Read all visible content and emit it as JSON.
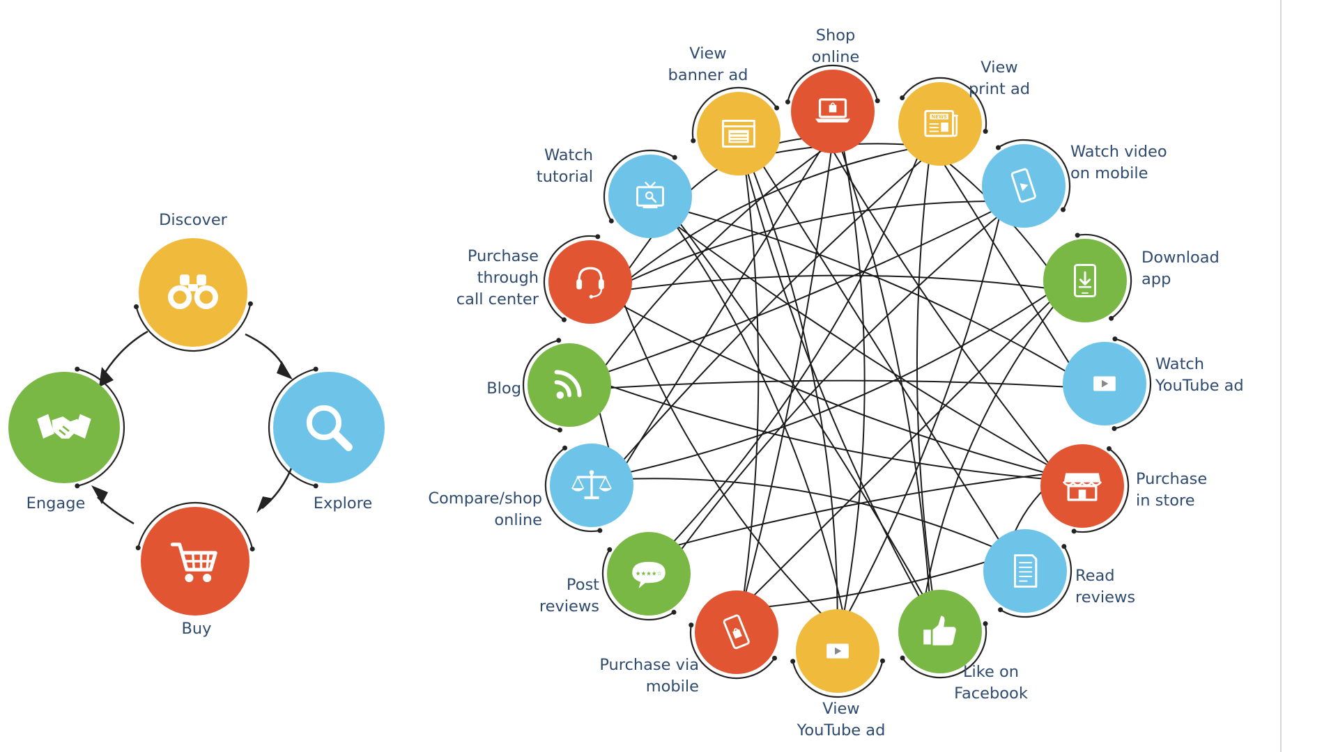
{
  "colors": {
    "yellow": "#F0BA3C",
    "blue": "#6DC4E8",
    "red": "#E25532",
    "green": "#79B844",
    "label": "#2E4A6E",
    "line": "#1A1A1A"
  },
  "cycle": {
    "nodes": [
      {
        "label": "Discover",
        "icon": "binoculars-icon",
        "color": "#F0BA3C"
      },
      {
        "label": "Explore",
        "icon": "magnifier-icon",
        "color": "#6DC4E8"
      },
      {
        "label": "Buy",
        "icon": "shopping-cart-icon",
        "color": "#E25532"
      },
      {
        "label": "Engage",
        "icon": "handshake-icon",
        "color": "#79B844"
      }
    ]
  },
  "network": {
    "nodes": [
      {
        "id": "shop-online",
        "lines": [
          "Shop",
          "online"
        ],
        "icon": "laptop-bag-icon",
        "color": "#E25532"
      },
      {
        "id": "view-print-ad",
        "lines": [
          "View",
          "print ad"
        ],
        "icon": "newspaper-icon",
        "color": "#F0BA3C"
      },
      {
        "id": "watch-video-mobile",
        "lines": [
          "Watch video",
          "on mobile"
        ],
        "icon": "mobile-video-icon",
        "color": "#6DC4E8"
      },
      {
        "id": "download-app",
        "lines": [
          "Download",
          "app"
        ],
        "icon": "tablet-download-icon",
        "color": "#79B844"
      },
      {
        "id": "watch-youtube-ad",
        "lines": [
          "Watch",
          "YouTube ad"
        ],
        "icon": "play-button-icon",
        "color": "#6DC4E8"
      },
      {
        "id": "purchase-in-store",
        "lines": [
          "Purchase",
          "in store"
        ],
        "icon": "storefront-icon",
        "color": "#E25532"
      },
      {
        "id": "read-reviews",
        "lines": [
          "Read",
          "reviews"
        ],
        "icon": "document-icon",
        "color": "#6DC4E8"
      },
      {
        "id": "like-on-facebook",
        "lines": [
          "Like on",
          "Facebook"
        ],
        "icon": "thumbs-up-icon",
        "color": "#79B844"
      },
      {
        "id": "view-youtube-ad",
        "lines": [
          "View",
          "YouTube ad"
        ],
        "icon": "play-button-icon",
        "color": "#F0BA3C"
      },
      {
        "id": "purchase-via-mobile",
        "lines": [
          "Purchase via",
          "mobile"
        ],
        "icon": "mobile-bag-icon",
        "color": "#E25532"
      },
      {
        "id": "post-reviews",
        "lines": [
          "Post",
          "reviews"
        ],
        "icon": "speech-stars-icon",
        "color": "#79B844"
      },
      {
        "id": "compare-shop-online",
        "lines": [
          "Compare/shop",
          "online"
        ],
        "icon": "balance-scale-icon",
        "color": "#6DC4E8"
      },
      {
        "id": "blog",
        "lines": [
          "Blog"
        ],
        "icon": "rss-icon",
        "color": "#79B844"
      },
      {
        "id": "purchase-call-center",
        "lines": [
          "Purchase",
          "through",
          "call center"
        ],
        "icon": "headset-icon",
        "color": "#E25532"
      },
      {
        "id": "watch-tutorial",
        "lines": [
          "Watch",
          "tutorial"
        ],
        "icon": "tv-tutorial-icon",
        "color": "#6DC4E8"
      },
      {
        "id": "view-banner-ad",
        "lines": [
          "View",
          "banner ad"
        ],
        "icon": "browser-window-icon",
        "color": "#F0BA3C"
      }
    ],
    "connections": [
      [
        "shop-online",
        "view-youtube-ad"
      ],
      [
        "shop-online",
        "like-on-facebook"
      ],
      [
        "shop-online",
        "purchase-via-mobile"
      ],
      [
        "shop-online",
        "compare-shop-online"
      ],
      [
        "shop-online",
        "purchase-in-store"
      ],
      [
        "shop-online",
        "blog"
      ],
      [
        "shop-online",
        "watch-tutorial"
      ],
      [
        "view-banner-ad",
        "view-youtube-ad"
      ],
      [
        "view-banner-ad",
        "purchase-via-mobile"
      ],
      [
        "view-banner-ad",
        "view-print-ad"
      ],
      [
        "view-banner-ad",
        "read-reviews"
      ],
      [
        "view-print-ad",
        "compare-shop-online"
      ],
      [
        "view-print-ad",
        "like-on-facebook"
      ],
      [
        "view-print-ad",
        "purchase-call-center"
      ],
      [
        "view-print-ad",
        "post-reviews"
      ],
      [
        "watch-tutorial",
        "watch-youtube-ad"
      ],
      [
        "watch-tutorial",
        "like-on-facebook"
      ],
      [
        "watch-tutorial",
        "purchase-call-center"
      ],
      [
        "watch-tutorial",
        "purchase-in-store"
      ],
      [
        "purchase-call-center",
        "purchase-in-store"
      ],
      [
        "purchase-call-center",
        "view-youtube-ad"
      ],
      [
        "purchase-call-center",
        "watch-video-mobile"
      ],
      [
        "purchase-call-center",
        "download-app"
      ],
      [
        "blog",
        "watch-youtube-ad"
      ],
      [
        "blog",
        "compare-shop-online"
      ],
      [
        "blog",
        "watch-video-mobile"
      ],
      [
        "blog",
        "purchase-in-store"
      ],
      [
        "compare-shop-online",
        "download-app"
      ],
      [
        "compare-shop-online",
        "read-reviews"
      ],
      [
        "post-reviews",
        "watch-video-mobile"
      ],
      [
        "post-reviews",
        "purchase-in-store"
      ],
      [
        "purchase-via-mobile",
        "download-app"
      ],
      [
        "purchase-via-mobile",
        "read-reviews"
      ],
      [
        "view-youtube-ad",
        "watch-video-mobile"
      ],
      [
        "view-youtube-ad",
        "watch-tutorial"
      ],
      [
        "like-on-facebook",
        "download-app"
      ],
      [
        "like-on-facebook",
        "view-banner-ad"
      ],
      [
        "read-reviews",
        "purchase-in-store"
      ],
      [
        "watch-youtube-ad",
        "view-print-ad"
      ],
      [
        "download-app",
        "view-print-ad"
      ]
    ]
  }
}
